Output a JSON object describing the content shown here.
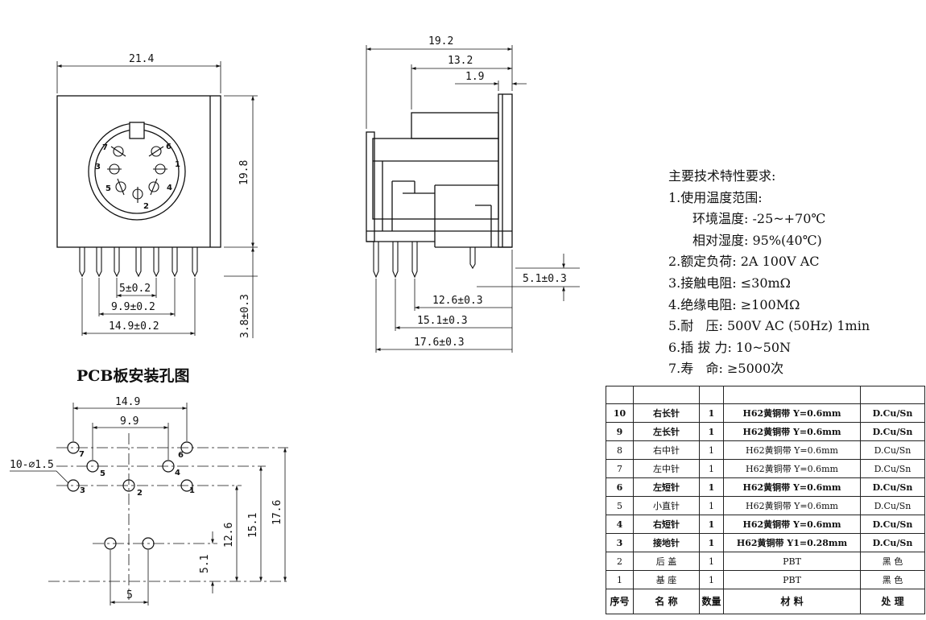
{
  "dims": {
    "front_width": "21.4",
    "front_height": "19.8",
    "pin_below": "3.8±0.3",
    "pin_5": "5±0.2",
    "pin_9_9": "9.9±0.2",
    "pin_14_9": "14.9±0.2",
    "side_19_2": "19.2",
    "side_13_2": "13.2",
    "side_1_9": "1.9",
    "side_5_1": "5.1±0.3",
    "side_12_6": "12.6±0.3",
    "side_15_1": "15.1±0.3",
    "side_17_6": "17.6±0.3",
    "pcb_14_9": "14.9",
    "pcb_9_9": "9.9",
    "pcb_hole": "10-⌀1.5",
    "pcb_12_6": "12.6",
    "pcb_15_1": "15.1",
    "pcb_17_6": "17.6",
    "pcb_5_1": "5.1",
    "pcb_5": "5"
  },
  "pcb_title": "PCB板安装孔图",
  "pin_numbers": [
    "1",
    "2",
    "3",
    "4",
    "5",
    "6",
    "7"
  ],
  "specs": {
    "title": "主要技术特性要求:",
    "line1": "1.使用温度范围:",
    "line1a": "环境温度: -25~+70℃",
    "line1b": "相对湿度: 95%(40℃)",
    "line2": "2.额定负荷: 2A 100V AC",
    "line3": "3.接触电阻: ≤30mΩ",
    "line4": "4.绝缘电阻: ≥100MΩ",
    "line5": "5.耐   压: 500V AC (50Hz) 1min",
    "line6": "6.插 拔 力: 10~50N",
    "line7": "7.寿   命: ≥5000次"
  },
  "bom": {
    "header": {
      "no": "序号",
      "name": "名 称",
      "qty": "数量",
      "material": "材 料",
      "finish": "处 理"
    },
    "rows": [
      {
        "no": "10",
        "name": "右长针",
        "qty": "1",
        "material": "H62黄铜带 Y=0.6mm",
        "finish": "D.Cu/Sn"
      },
      {
        "no": "9",
        "name": "左长针",
        "qty": "1",
        "material": "H62黄铜带 Y=0.6mm",
        "finish": "D.Cu/Sn"
      },
      {
        "no": "8",
        "name": "右中针",
        "qty": "1",
        "material": "H62黄铜带 Y=0.6mm",
        "finish": "D.Cu/Sn"
      },
      {
        "no": "7",
        "name": "左中针",
        "qty": "1",
        "material": "H62黄铜带 Y=0.6mm",
        "finish": "D.Cu/Sn"
      },
      {
        "no": "6",
        "name": "左短针",
        "qty": "1",
        "material": "H62黄铜带 Y=0.6mm",
        "finish": "D.Cu/Sn"
      },
      {
        "no": "5",
        "name": "小直针",
        "qty": "1",
        "material": "H62黄铜带 Y=0.6mm",
        "finish": "D.Cu/Sn"
      },
      {
        "no": "4",
        "name": "右短针",
        "qty": "1",
        "material": "H62黄铜带 Y=0.6mm",
        "finish": "D.Cu/Sn"
      },
      {
        "no": "3",
        "name": "接地针",
        "qty": "1",
        "material": "H62黄铜带 Y1=0.28mm",
        "finish": "D.Cu/Sn"
      },
      {
        "no": "2",
        "name": "后 盖",
        "qty": "1",
        "material": "PBT",
        "finish": "黑 色"
      },
      {
        "no": "1",
        "name": "基 座",
        "qty": "1",
        "material": "PBT",
        "finish": "黑 色"
      }
    ]
  }
}
